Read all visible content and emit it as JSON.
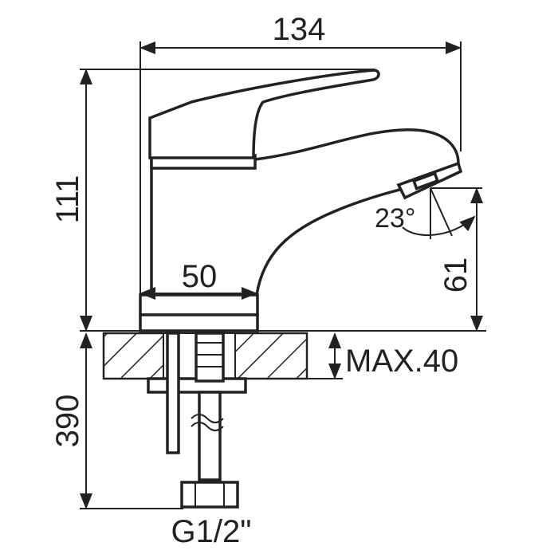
{
  "title": "Faucet dimension drawing",
  "dimensions": {
    "overall_width": "134",
    "overall_height": "111",
    "base_diameter": "50",
    "spout_height": "61",
    "max_counter_thickness": "MAX.40",
    "hose_length": "390",
    "spray_angle": "23°",
    "thread": "G1/2\""
  },
  "colors": {
    "line": "#222222",
    "background": "#ffffff"
  }
}
